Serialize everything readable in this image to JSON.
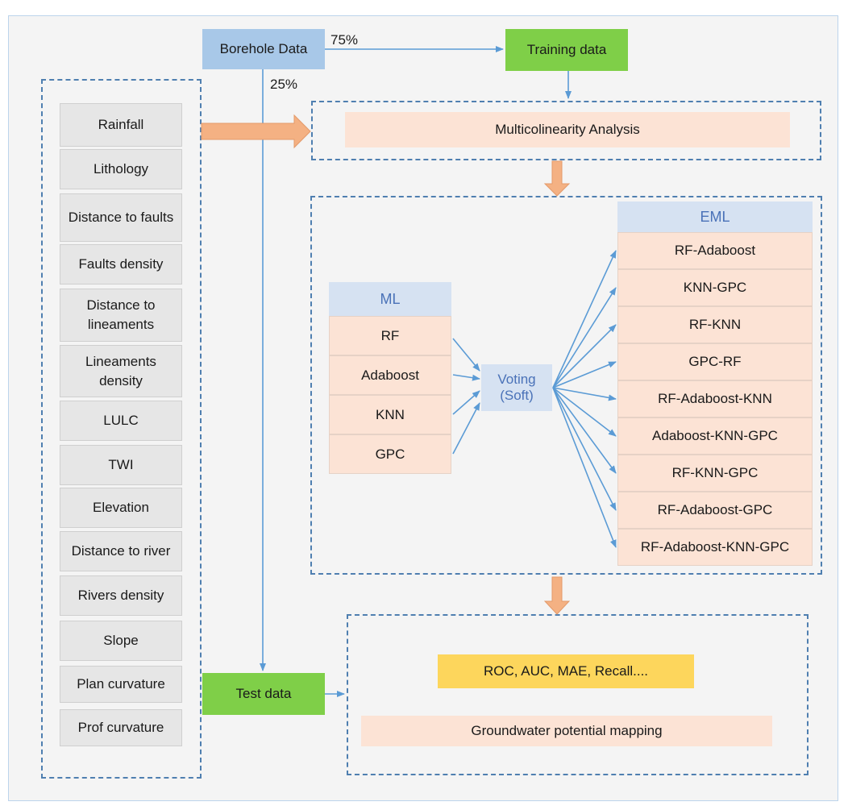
{
  "borehole": "Borehole Data",
  "split_training": "75%",
  "split_test": "25%",
  "training": "Training data",
  "test": "Test data",
  "factors": [
    "Rainfall",
    "Lithology",
    "Distance to faults",
    "Faults density",
    "Distance to lineaments",
    "Lineaments density",
    "LULC",
    "TWI",
    "Elevation",
    "Distance to river",
    "Rivers density",
    "Slope",
    "Plan curvature",
    "Prof curvature"
  ],
  "multicollinearity": "Multicolinearity Analysis",
  "ml": {
    "header": "ML",
    "models": [
      "RF",
      "Adaboost",
      "KNN",
      "GPC"
    ]
  },
  "voting": "Voting (Soft)",
  "eml": {
    "header": "EML",
    "models": [
      "RF-Adaboost",
      "KNN-GPC",
      "RF-KNN",
      "GPC-RF",
      "RF-Adaboost-KNN",
      "Adaboost-KNN-GPC",
      "RF-KNN-GPC",
      "RF-Adaboost-GPC",
      "RF-Adaboost-KNN-GPC"
    ]
  },
  "metrics": "ROC, AUC, MAE, Recall....",
  "mapping": "Groundwater potential mapping",
  "colors": {
    "arrow_line": "#5b9bd5",
    "block_arrow": "#f4b183",
    "dashed_border": "#4f7fb0"
  }
}
